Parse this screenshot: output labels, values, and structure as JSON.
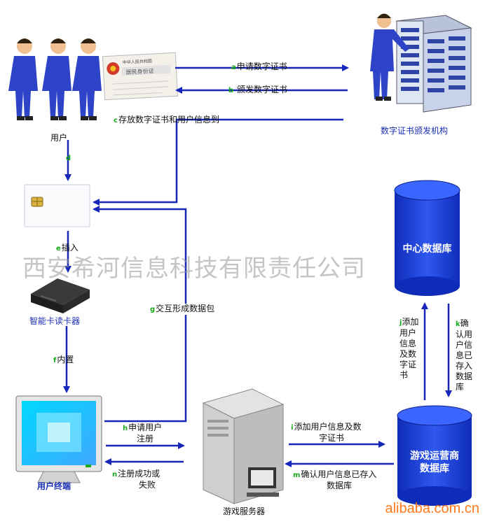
{
  "watermark": "西安希河信息科技有限责任公司",
  "brand": "alibaba.com.cn",
  "nodes": {
    "user": "用户",
    "ca": "数字证书颁发机构",
    "reader": "智能卡读卡器",
    "terminal": "用户终端",
    "server": "游戏服务器",
    "central_db": "中心数据库",
    "operator_db_line1": "游戏运营商",
    "operator_db_line2": "数据库"
  },
  "id_card": {
    "header": "中华人民共和国",
    "title": "居民身份证"
  },
  "edges": {
    "a": {
      "key": "a",
      "label": "申请数字证书"
    },
    "b": {
      "key": "b",
      "label": "颁发数字证书"
    },
    "c": {
      "key": "c",
      "label": "存放数字证书和用户信息到"
    },
    "d": {
      "key": "d",
      "label": ""
    },
    "e": {
      "key": "e",
      "label": "插入"
    },
    "f": {
      "key": "f",
      "label": "内置"
    },
    "g": {
      "key": "g",
      "label": "交互形成数据包"
    },
    "h": {
      "key": "h",
      "label_line1": "申请用户",
      "label_line2": "注册"
    },
    "i": {
      "key": "i",
      "label_line1": "添加用户信息及数",
      "label_line2": "字证书"
    },
    "j": {
      "key": "j",
      "label": "添加用户信息及数字证书"
    },
    "k": {
      "key": "k",
      "label": "确认用户信息已存入数据库"
    },
    "m": {
      "key": "m",
      "label_line1": "确认用户信息已存入",
      "label_line2": "数据库"
    },
    "n": {
      "key": "n",
      "label_line1": "注册成功或",
      "label_line2": "失败"
    }
  },
  "colors": {
    "arrow": "#1626b8",
    "db": "#1a3fd8",
    "label_key": "#18a818",
    "person": "#2d44c8",
    "watermark": "#969696",
    "brand": "#ff7a1a"
  }
}
